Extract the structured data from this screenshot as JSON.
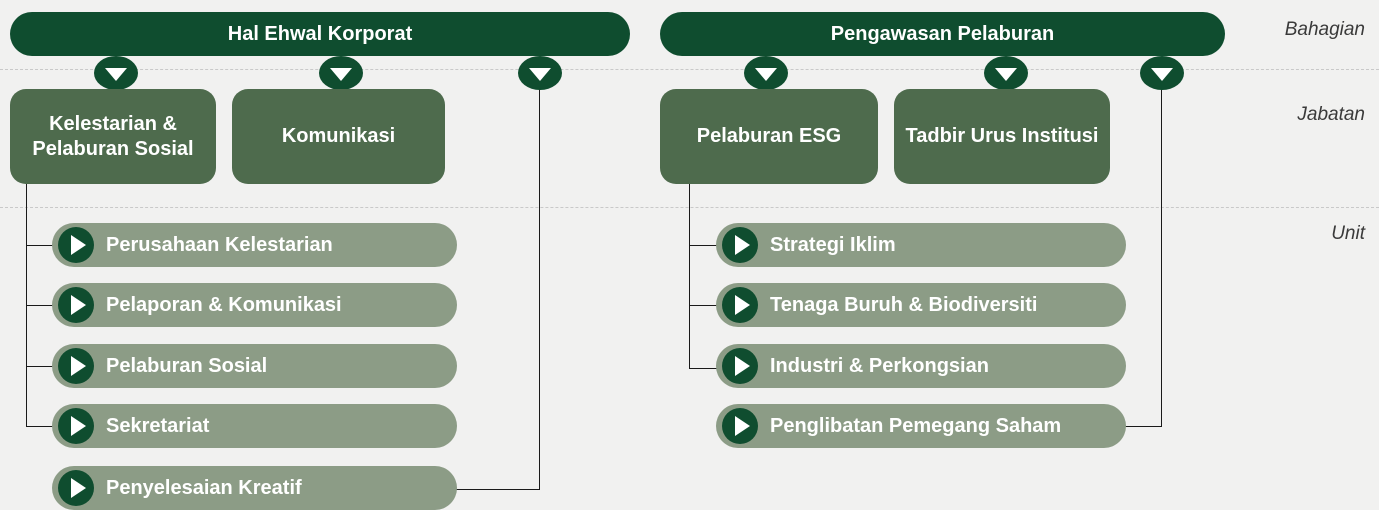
{
  "levels": {
    "division": "Bahagian",
    "department": "Jabatan",
    "unit": "Unit"
  },
  "divisions": [
    {
      "name": "Hal Ehwal Korporat",
      "departments": [
        "Kelestarian & Pelaburan Sosial",
        "Komunikasi"
      ],
      "units": [
        "Perusahaan Kelestarian",
        "Pelaporan & Komunikasi",
        "Pelaburan Sosial",
        "Sekretariat",
        "Penyelesaian Kreatif"
      ]
    },
    {
      "name": "Pengawasan Pelaburan",
      "departments": [
        "Pelaburan ESG",
        "Tadbir Urus Institusi"
      ],
      "units": [
        "Strategi Iklim",
        "Tenaga Buruh & Biodiversiti",
        "Industri & Perkongsian",
        "Penglibatan Pemegang Saham"
      ]
    }
  ],
  "colors": {
    "dark_green": "#0f4d2f",
    "department_green": "#4e6b4d",
    "unit_green": "#8c9c86"
  },
  "icons": {
    "division_connector": "chevron-down-icon",
    "unit_bullet": "play-icon"
  }
}
